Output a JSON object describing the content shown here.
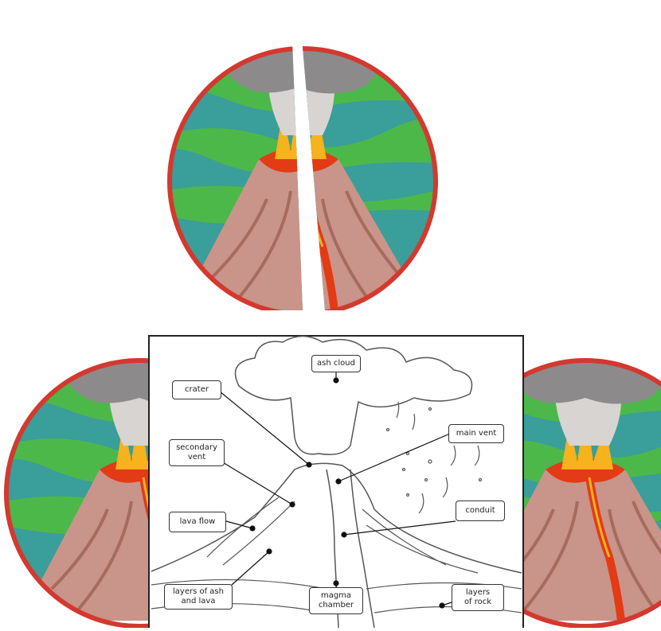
{
  "labels": {
    "ash_cloud": "ash cloud",
    "crater": "crater",
    "main_vent": "main vent",
    "secondary_vent": "secondary\nvent",
    "conduit": "conduit",
    "lava_flow": "lava flow",
    "layers_ash_lava": "layers of ash\nand lava",
    "magma_chamber": "magma\nchamber",
    "layers_rock": "layers\nof rock"
  },
  "colors": {
    "circle_border": "#d3392f",
    "sky_green": "#4cb84a",
    "sky_teal": "#3a9e9a",
    "mountain": "#c9948a",
    "mountain_shadow": "#a56b5e",
    "lava": "#e23b16",
    "lava_light": "#f7b21d",
    "smoke": "#8d8a8c",
    "line": "#333333"
  }
}
